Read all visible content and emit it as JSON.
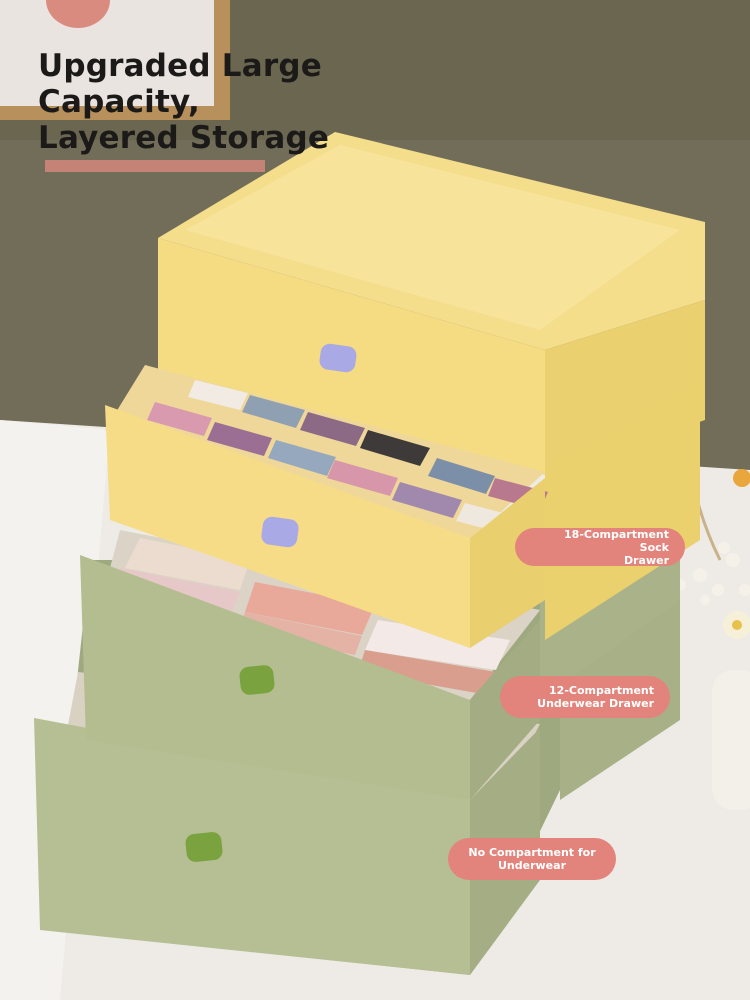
{
  "headline": {
    "line1": "Upgraded Large",
    "line2": "Capacity,",
    "line3": "Layered Storage"
  },
  "callouts": [
    {
      "line1": "18-Compartment Sock",
      "line2": "Drawer"
    },
    {
      "line1": "12-Compartment",
      "line2": "Underwear Drawer"
    },
    {
      "line1": "No Compartment for",
      "line2": "Underwear"
    }
  ],
  "colors": {
    "wall": "#6f6a55",
    "table": "#efece7",
    "yellow_drawer": "#f3d97e",
    "green_drawer": "#b5be92",
    "handle_purple": "#a9a9e6",
    "handle_green": "#7aa23f",
    "callout": "#e2847b"
  }
}
